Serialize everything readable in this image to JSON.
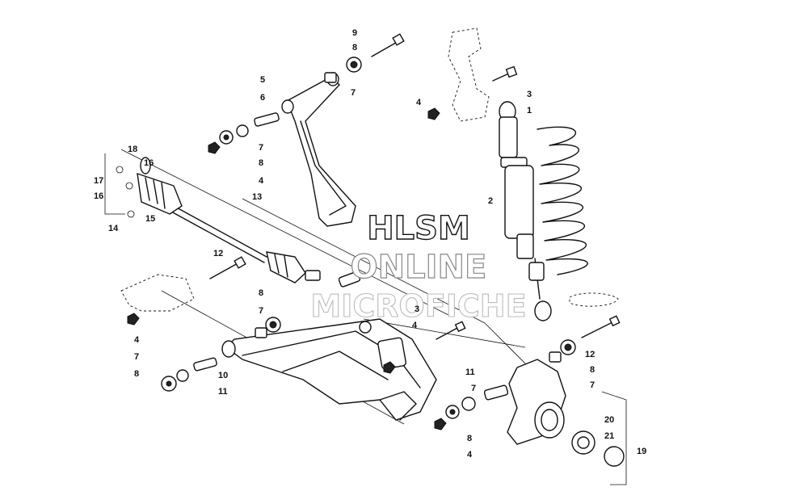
{
  "callouts": {
    "c9": "9",
    "c8a": "8",
    "c7a": "7",
    "c5": "5",
    "c6": "6",
    "c7b": "7",
    "c8b": "8",
    "c4a": "4",
    "c18": "18",
    "c17": "17",
    "c16a": "16",
    "c16b": "16",
    "c15": "15",
    "c14": "14",
    "c13": "13",
    "c3a": "3",
    "c4b": "4",
    "c1": "1",
    "c2": "2",
    "c12a": "12",
    "c8c": "8",
    "c7c": "7",
    "c4c": "4",
    "c7d": "7",
    "c8d": "8",
    "c10": "10",
    "c11a": "11",
    "c3b": "3",
    "c4d": "4",
    "c11b": "11",
    "c7e": "7",
    "c8e": "8",
    "c4e": "4",
    "c12b": "12",
    "c8f": "8",
    "c7f": "7",
    "c20": "20",
    "c21": "21",
    "c19": "19"
  },
  "watermark": {
    "line1": "HLSM",
    "line2": "ONLINE",
    "line3": "MICROFICHE"
  }
}
